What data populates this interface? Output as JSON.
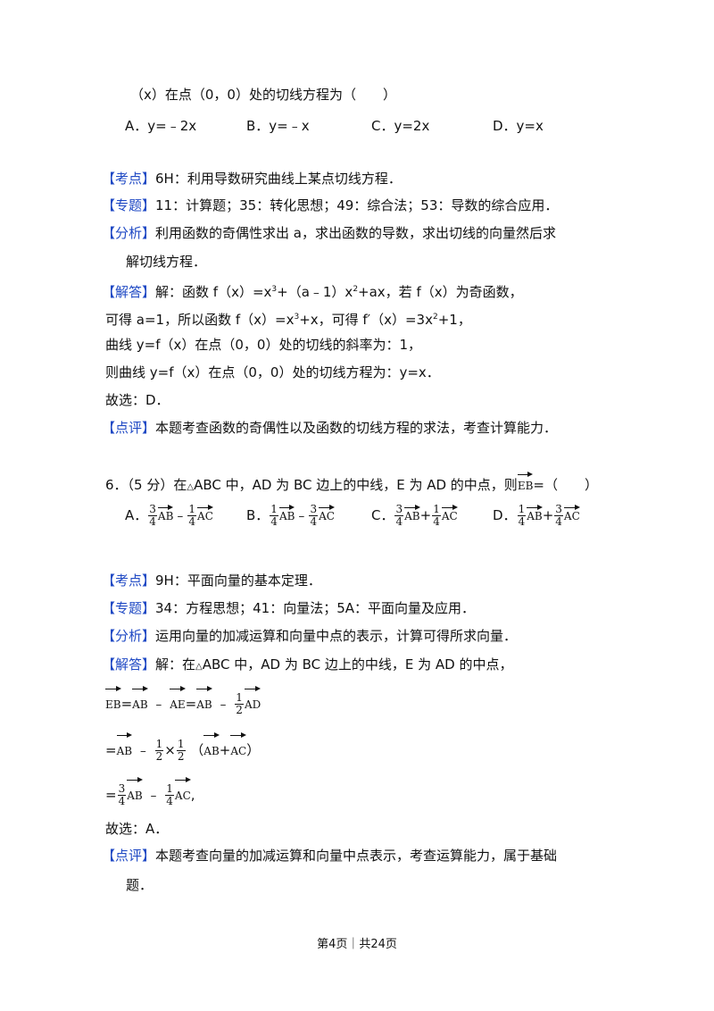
{
  "q5": {
    "stem": "（x）在点（0，0）处的切线方程为（　　）",
    "options": [
      "A．y=﹣2x",
      "B．y=﹣x",
      "C．y=2x",
      "D．y=x"
    ]
  },
  "a5": {
    "kaodian_tag": "【考点】",
    "kaodian": "6H：利用导数研究曲线上某点切线方程．",
    "zhuanti_tag": "【专题】",
    "zhuanti": "11：计算题；35：转化思想；49：综合法；53：导数的综合应用．",
    "fenxi_tag": "【分析】",
    "fenxi_1": "利用函数的奇偶性求出 a，求出函数的导数，求出切线的向量然后求",
    "fenxi_2": "解切线方程．",
    "jieda_tag": "【解答】",
    "jieda_1a": "解：函数 f（x）=x",
    "jieda_1b": "+（a﹣1）x",
    "jieda_1c": "+ax，若 f（x）为奇函数，",
    "exp3": "3",
    "exp2": "2",
    "line2a": "可得 a=1，所以函数 f（x）=x",
    "line2b": "+x，可得 f′（x）=3x",
    "line2c": "+1，",
    "line3": "曲线 y=f（x）在点（0，0）处的切线的斜率为：1，",
    "line4": "则曲线 y=f（x）在点（0，0）处的切线方程为：y=x．",
    "line5": "故选：D．",
    "dianping_tag": "【点评】",
    "dianping": "本题考查函数的奇偶性以及函数的切线方程的求法，考查计算能力．"
  },
  "q6": {
    "num": "6．（5 分）在",
    "tri": "△",
    "stem_a": "ABC 中，AD 为 BC 边上的中线，E 为 AD 的中点，则",
    "vec_EB": "EB",
    "stem_b": "=（　　）",
    "opt_letters": [
      "A．",
      "B．",
      "C．",
      "D．"
    ],
    "f34": [
      "3",
      "4"
    ],
    "f14": [
      "1",
      "4"
    ],
    "f12": [
      "1",
      "2"
    ],
    "vec_AB": "AB",
    "vec_AC": "AC",
    "vec_AD": "AD",
    "minus": "﹣",
    "plus": "+"
  },
  "a6": {
    "kaodian_tag": "【考点】",
    "kaodian": "9H：平面向量的基本定理．",
    "zhuanti_tag": "【专题】",
    "zhuanti": "34：方程思想；41：向量法；5A：平面向量及应用．",
    "fenxi_tag": "【分析】",
    "fenxi": "运用向量的加减运算和向量中点的表示，计算可得所求向量．",
    "jieda_tag": "【解答】",
    "jieda_a": "解：在",
    "jieda_b": "ABC 中，AD 为 BC 边上的中线，E 为 AD 的中点，",
    "eq": "=",
    "times": "×",
    "lparen": "（",
    "rparen": "）",
    "comma": ",",
    "line_choice": "故选：A．",
    "dianping_tag": "【点评】",
    "dianping_1": "本题考查向量的加减运算和向量中点表示，考查运算能力，属于基础",
    "dianping_2": "题．"
  },
  "footer": "第4页｜共24页"
}
